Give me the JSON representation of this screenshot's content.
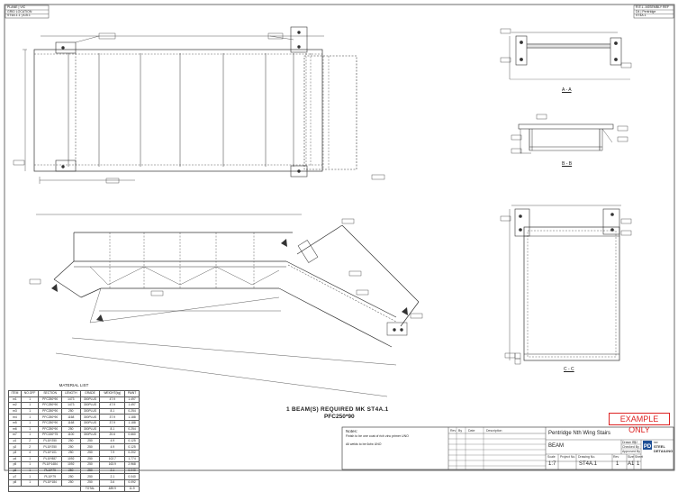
{
  "corner_box": {
    "lines": [
      "PLANE | VIC",
      "GRID LOCATION",
      "ST4A.1.1 | A.B.1"
    ]
  },
  "corner_box_right": {
    "lines": [
      "R.E.L. ASSEMBLY REF",
      "D4 | Pentridge",
      "ST4A.1"
    ]
  },
  "views": {
    "aa": "A - A",
    "bb": "B - B",
    "cc": "C - C"
  },
  "beam_required": "1  BEAM(S)  REQUIRED  MK ST4A.1",
  "beam_section": "PFC250*90",
  "material_list": {
    "title": "MATERIAL LIST",
    "columns": [
      "ITEM",
      "NO.OFF",
      "SECTION",
      "LENGTH",
      "GRADE",
      "WEIGHT(kg)",
      "PAINT"
    ],
    "rows": [
      [
        "m1",
        "1",
        "PFC250*90",
        "1473",
        "300PLUS",
        "47.9",
        "1.497"
      ],
      [
        "m2",
        "1",
        "PFC250*90",
        "1473",
        "300PLUS",
        "47.9",
        "1.497"
      ],
      [
        "m3",
        "1",
        "PFC250*90",
        "250",
        "300PLUS",
        "8.1",
        "0.254"
      ],
      [
        "m4",
        "1",
        "PFC250*90",
        "1168",
        "300PLUS",
        "37.9",
        "1.188"
      ],
      [
        "m5",
        "1",
        "PFC250*90",
        "1168",
        "300PLUS",
        "37.9",
        "1.188"
      ],
      [
        "m6",
        "1",
        "PFC250*90",
        "250",
        "300PLUS",
        "8.1",
        "0.254"
      ],
      [
        "m7",
        "1",
        "PFC150*75",
        "1100",
        "300PLUS",
        "20.6",
        "0.660"
      ],
      [
        "p1",
        "2",
        "PL10*250",
        "250",
        "250",
        "4.9",
        "0.125"
      ],
      [
        "p2",
        "2",
        "PL10*250",
        "250",
        "250",
        "4.9",
        "0.125"
      ],
      [
        "p3",
        "4",
        "PL10*101",
        "250",
        "250",
        "7.9",
        "0.202"
      ],
      [
        "p4",
        "1",
        "PL10*887",
        "1092",
        "250",
        "102.7",
        "1.774"
      ],
      [
        "p5",
        "1",
        "PL10*1484",
        "1092",
        "250",
        "163.9",
        "2.968"
      ],
      [
        "p6",
        "1",
        "PL10*79",
        "250",
        "250",
        "2.1",
        "0.040"
      ],
      [
        "p7",
        "1",
        "PL10*79",
        "250",
        "250",
        "2.1",
        "0.040"
      ],
      [
        "p8",
        "1",
        "PL10*184",
        "250",
        "250",
        "3.6",
        "0.092"
      ]
    ],
    "total_label": "TOTAL",
    "total_weight": "489.9",
    "total_paint": "11.9"
  },
  "notes": {
    "title": "Notes:",
    "line1": "Finish to be one coat of rich zinc primer UNO",
    "line2": "All welds to be 6cfw UNO"
  },
  "revision_columns": [
    "Rev",
    "By",
    "Date",
    "Description"
  ],
  "title_block": {
    "project": "Pentridge Nth Wing Stairs",
    "drawing": "BEAM",
    "scale_label": "Scale",
    "scale": "1:7",
    "project_no_label": "Project No.",
    "drawing_no_label": "Drawing No.",
    "drawing_no": "ST4A.1",
    "rev_label": "Rev",
    "rev": "1",
    "size_label": "Size",
    "size": "A1",
    "sheet_label": "Sheet",
    "sheet": "1",
    "drawn_label": "Drawn By",
    "drawn": "TJ",
    "checked_label": "Checked By",
    "approved_label": "Approved By",
    "company_line1": "MR",
    "company_line2": "STEEL",
    "company_line3": "DETAILING",
    "logo_letters": "PD"
  },
  "example_stamp": "EXAMPLE ONLY",
  "colors": {
    "line": "#333333",
    "stamp": "#dd2222",
    "logo": "#1e4f96"
  }
}
